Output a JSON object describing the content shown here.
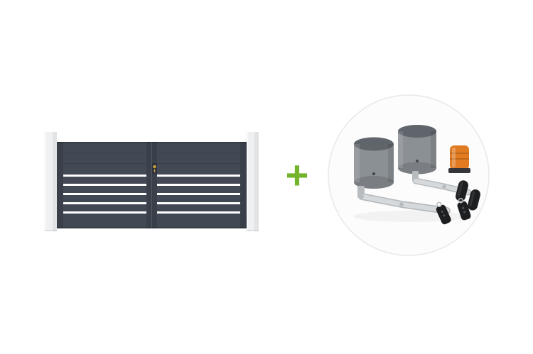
{
  "composition": {
    "plus": {
      "name": "plus-icon",
      "glyph": "+"
    },
    "gate": {
      "name": "aluminium-double-swing-gate",
      "parts": [
        "gate-post-left",
        "gate-post-right",
        "gate-left-leaf",
        "gate-right-leaf",
        "gate-lock"
      ]
    },
    "motor_kit": {
      "name": "swing-gate-opener-kit",
      "parts": [
        "motor-left",
        "motor-right",
        "articulated-arm-left",
        "articulated-arm-right",
        "flashing-light",
        "finish-cap-1",
        "finish-cap-2",
        "remote-control-1",
        "remote-control-2"
      ]
    }
  },
  "theme": {
    "bg": "#ffffff",
    "plus-green": "#74b42c",
    "gate-leaf": "#424955",
    "gate-frame": "#394049",
    "gate-split": "#565d6a",
    "post": "#eef0f2",
    "lock-gold": "#c59c3e",
    "lock-plate": "#2b313c",
    "circle-fill": "#fcfcfc",
    "circle-stroke": "#e8e8e8",
    "motor-body": "#8b9095",
    "motor-top": "#60656b",
    "arm": "#d6d9db",
    "arm-edge": "#b7bbbe",
    "lamp-orange": "#e07b22",
    "lamp-dark": "#a85a12",
    "lamp-base": "#35363a",
    "accessory-black": "#1d1e20",
    "accessory-sheen": "#4a4e53"
  }
}
